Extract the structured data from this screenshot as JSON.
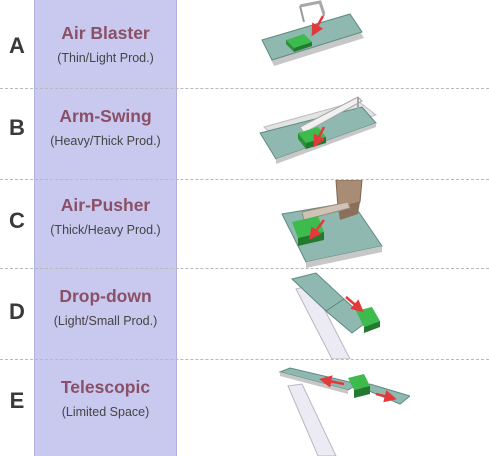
{
  "methods": [
    {
      "letter": "A",
      "title": "Air Blaster",
      "subtitle": "(Thin/Light Prod.)",
      "icon": "air-blaster-illustration"
    },
    {
      "letter": "B",
      "title": "Arm-Swing",
      "subtitle": "(Heavy/Thick Prod.)",
      "icon": "arm-swing-illustration"
    },
    {
      "letter": "C",
      "title": "Air-Pusher",
      "subtitle": "(Thick/Heavy Prod.)",
      "icon": "air-pusher-illustration"
    },
    {
      "letter": "D",
      "title": "Drop-down",
      "subtitle": "(Light/Small Prod.)",
      "icon": "drop-down-illustration"
    },
    {
      "letter": "E",
      "title": "Telescopic",
      "subtitle": "(Limited Space)",
      "icon": "telescopic-illustration"
    }
  ],
  "colors": {
    "name_column": "#c9c8ef",
    "title_text": "#8a5067",
    "conveyor_belt": "#8fb9b0",
    "product": "#2f9a3f",
    "arrow": "#e23a3a"
  }
}
